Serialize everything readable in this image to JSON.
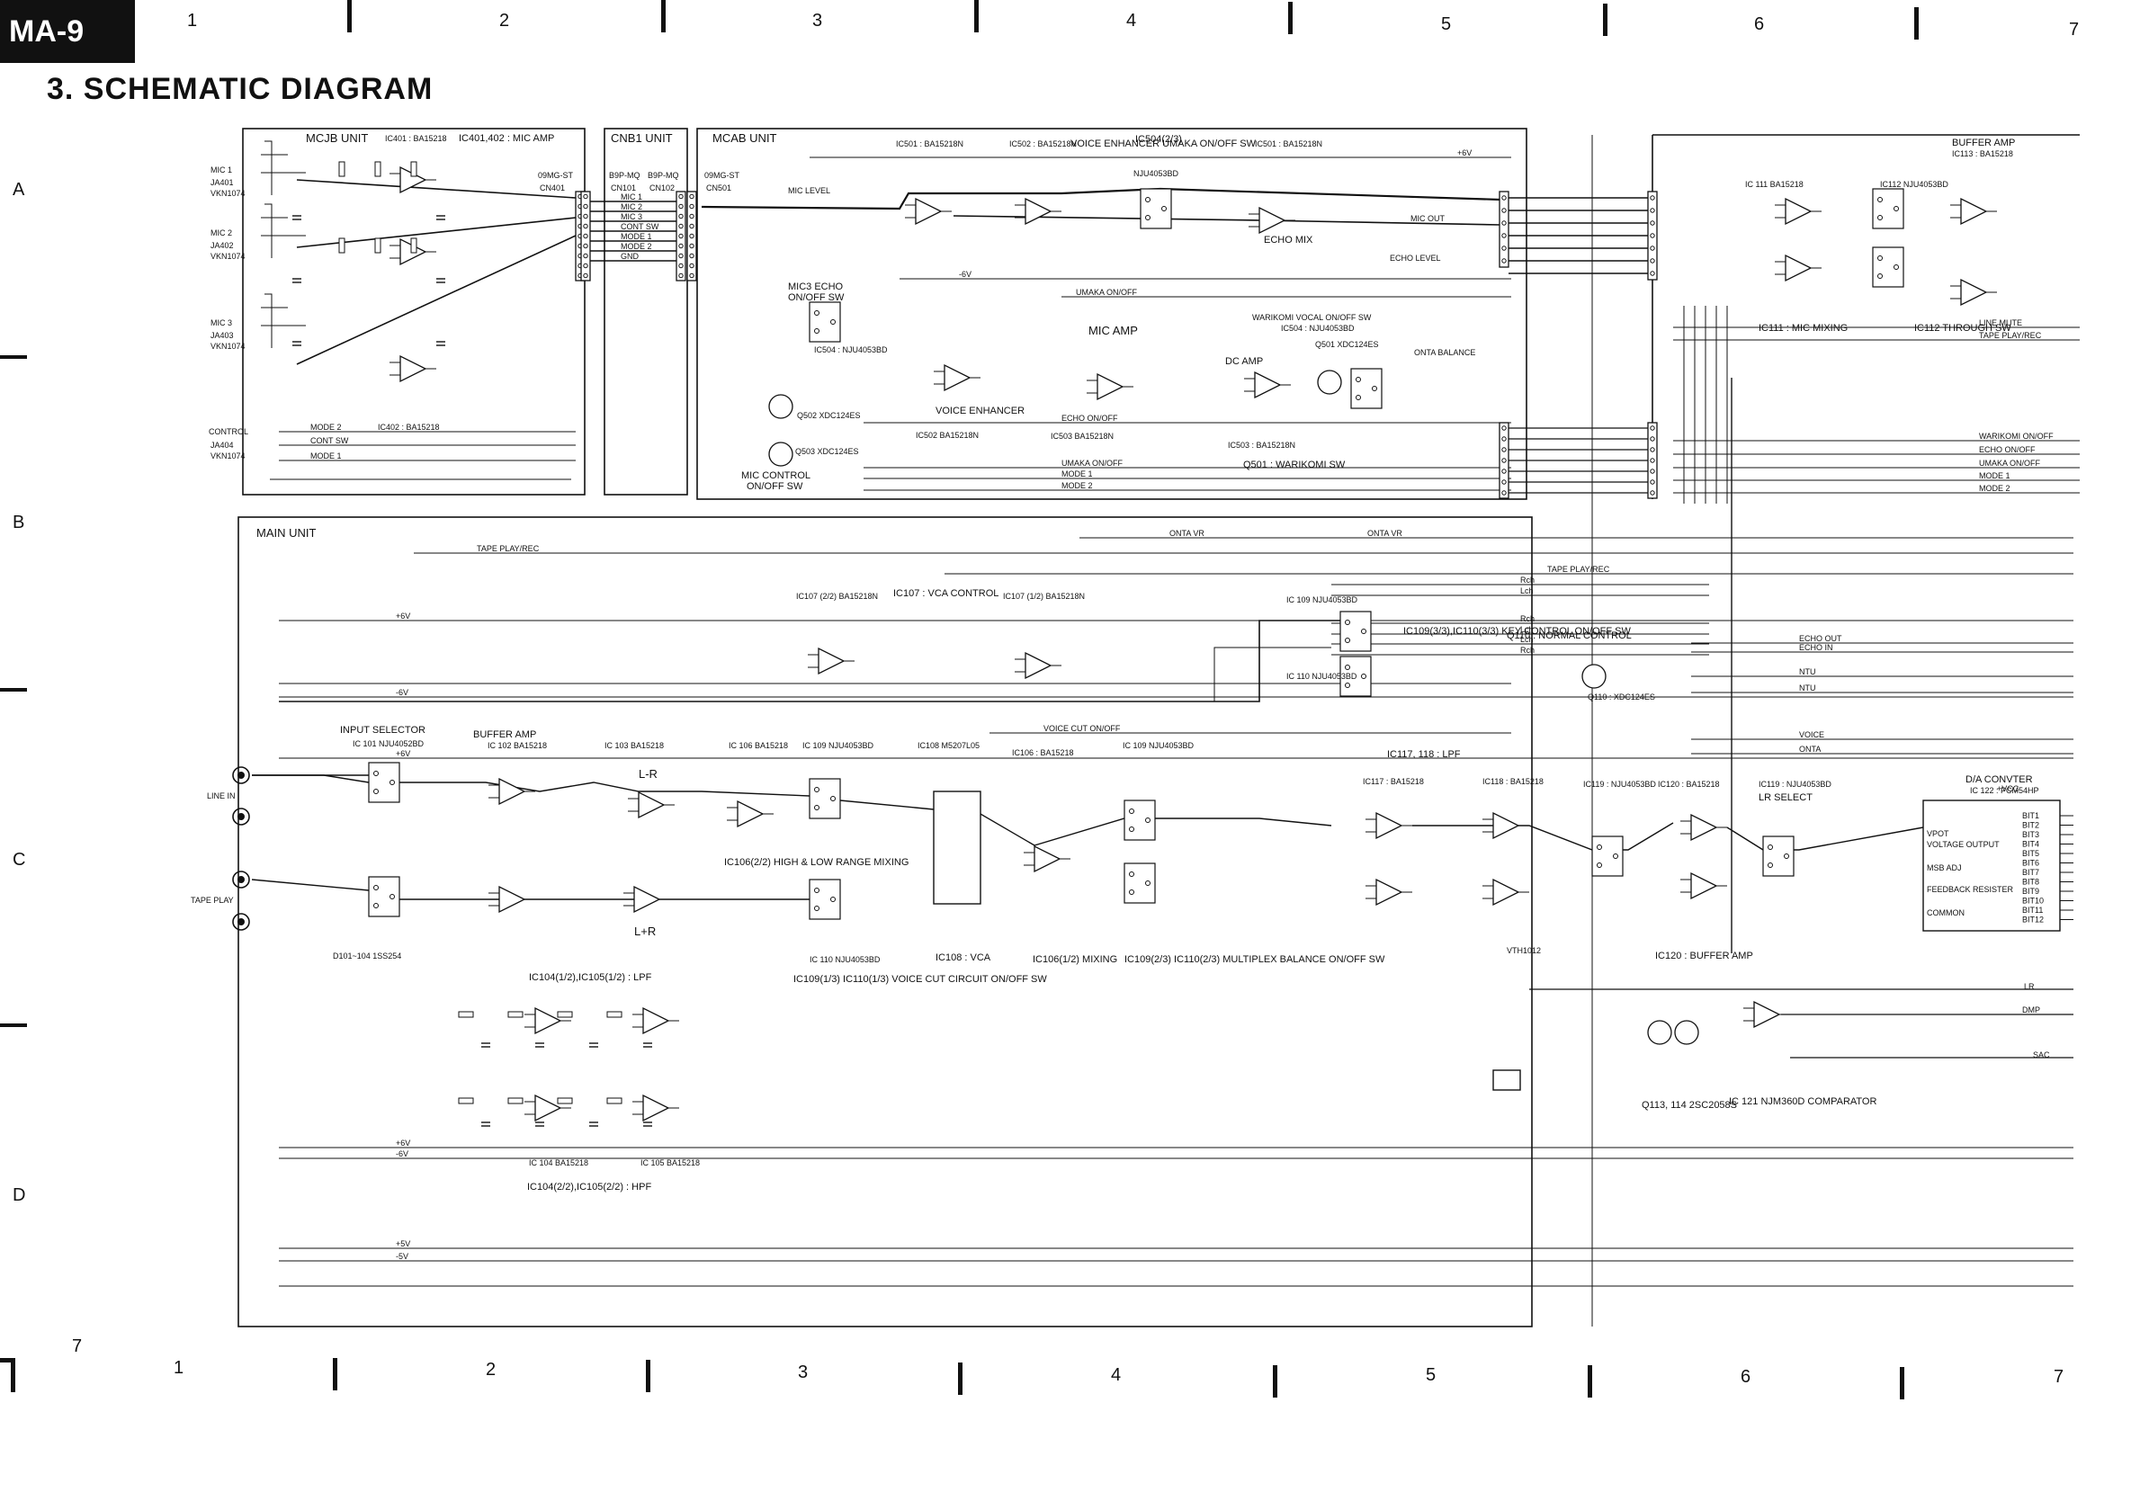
{
  "page_badge": "MA-9",
  "title": "3.  SCHEMATIC  DIAGRAM",
  "grid": {
    "top_columns": [
      "1",
      "2",
      "3",
      "4",
      "5",
      "6",
      "7"
    ],
    "bottom_columns": [
      "1",
      "2",
      "3",
      "4",
      "5",
      "6",
      "7"
    ],
    "rows": [
      "A",
      "B",
      "C",
      "D"
    ],
    "bottom_left": "7"
  },
  "units": {
    "mcjb": "MCJB UNIT",
    "cnb1": "CNB1 UNIT",
    "mcab": "MCAB UNIT",
    "main": "MAIN UNIT"
  },
  "labels": {
    "ic401": "IC401 : BA15218",
    "ic401_402": "IC401,402 : MIC AMP",
    "ic402": "IC402 : BA15218",
    "mic1": "MIC 1",
    "mic2": "MIC 2",
    "mic3": "MIC 3",
    "control": "CONTROL",
    "j401": "JA401",
    "j402": "JA402",
    "j403": "JA403",
    "j404": "JA404",
    "vkn": "VKN1074",
    "ic501": "IC501 : BA15218N",
    "ic502": "IC502 : BA15218N",
    "voice_enh_umaka": "VOICE ENHANCER UMAKA ON/OFF SW",
    "ic504_23": "IC504(2/3)",
    "nju": "NJU4053BD",
    "ic501_ba": "IC501 : BA15218N",
    "echo_mix": "ECHO MIX",
    "mic3_echo": "MIC3 ECHO",
    "on_off_sw": "ON/OFF SW",
    "ic504_nju": "IC504 : NJU4053BD",
    "voice_enhancer": "VOICE ENHANCER",
    "mic_amp": "MIC AMP",
    "dc_amp": "DC AMP",
    "warikomi_vocal": "WARIKOMI VOCAL ON/OFF SW",
    "ic504_nju2": "IC504 : NJU4053BD",
    "q501_xdc": "Q501 XDC124ES",
    "q502": "Q502 XDC124ES",
    "q503": "Q503 XDC124ES",
    "mic_control": "MIC CONTROL",
    "mic_control_sw": "ON/OFF SW",
    "ic502_ba": "IC502 BA15218N",
    "ic503_ba": "IC503 BA15218N",
    "ic503": "IC503 : BA15218N",
    "q501_warikomi": "Q501 : WARIKOMI SW",
    "ic111": "IC 111 BA15218",
    "ic112": "IC112 NJU4053BD",
    "buffer_amp_top": "BUFFER AMP",
    "ic113": "IC113 : BA15218",
    "ic111_mix": "IC111 : MIC MIXING",
    "ic112_through": "IC112 THROUGH SW",
    "ic107_22": "IC107 (2/2) BA15218N",
    "ic107_vca": "IC107 : VCA CONTROL",
    "ic107_12": "IC107 (1/2) BA15218N",
    "ic109": "IC 109 NJU4053BD",
    "ic109_key": "IC109(3/3),IC110(3/3) KEY CONTROL ON/OFF SW",
    "ic110": "IC 110 NJU4053BD",
    "q110": "Q110 : NORMAL CONTROL",
    "q110_xdc": "Q110 : XDC124ES",
    "input_selector": "INPUT SELECTOR",
    "ic101": "IC 101 NJU4052BD",
    "buffer_amp": "BUFFER AMP",
    "ic102": "IC 102 BA15218",
    "ic103": "IC 103 BA15218",
    "ic106": "IC 106 BA15218",
    "ic109b": "IC 109 NJU4053BD",
    "ic108": "IC108 M5207L05",
    "ic106_ba": "IC106 : BA15218",
    "ic109c": "IC 109 NJU4053BD",
    "ic117_118": "IC117, 118 : LPF",
    "ic117": "IC117 : BA15218",
    "ic118": "IC118 : BA15218",
    "ic119": "IC119 : NJU4053BD",
    "ic120": "IC120 : BA15218",
    "ic119b": "IC119 : NJU4053BD",
    "lr_select": "LR SELECT",
    "da": "D/A CONVTER",
    "ic122": "IC 122 : PCM54HP",
    "line_in": "LINE IN",
    "tape_play": "TAPE PLAY",
    "l_minus_r": "L-R",
    "l_plus_r": "L+R",
    "high_low": "IC106(2/2) HIGH & LOW RANGE MIXING",
    "ic110_nju": "IC 110 NJU4053BD",
    "voice_cut": "IC109(1/3) IC110(1/3) VOICE CUT CIRCUIT ON/OFF SW",
    "ic108_vca": "IC108 : VCA",
    "ic106_mix": "IC106(1/2) MIXING",
    "multiplex": "IC109(2/3) IC110(2/3) MULTIPLEX BALANCE ON/OFF SW",
    "ic104_lpf": "IC104(1/2),IC105(1/2) : LPF",
    "ic104": "IC 104 BA15218",
    "ic105": "IC 105 BA15218",
    "ic104_hpf": "IC104(2/2),IC105(2/2) : HPF",
    "ic120_buffer": "IC120 : BUFFER AMP",
    "q113_114": "Q113, 114 2SC2058S",
    "ic121": "IC 121 NJM360D COMPARATOR",
    "d101": "D101~104 1SS254",
    "vth": "VTH1012",
    "voltage_output": "VOLTAGE OUTPUT",
    "msb_adj": "MSB ADJ",
    "feedback": "FEEDBACK RESISTER",
    "common": "COMMON",
    "vpot": "VPOT",
    "vcc": "+VCC",
    "tape_play_rec": "TAPE PLAY/REC",
    "onta_vr": "ONTA VR",
    "voice_cut_on_off": "VOICE CUT ON/OFF",
    "line_mute": "LINE MUTE",
    "warikomi_on_off": "WARIKOMI ON/OFF",
    "echo_on_off": "ECHO ON/OFF",
    "umaka_on_off": "UMAKA ON/OFF",
    "mode1": "MODE 1",
    "mode2": "MODE 2",
    "cont_sw": "CONT SW",
    "gnd": "GND",
    "mic1p": "MIC 1",
    "mic2p": "MIC 2",
    "mic3p": "MIC 3",
    "mic_out": "MIC OUT",
    "echo_level": "ECHO LEVEL",
    "mic_level": "MIC LEVEL",
    "onta_balance": "ONTA BALANCE",
    "echo_out": "ECHO OUT",
    "echo_in": "ECHO IN",
    "ntu": "NTU",
    "voice": "VOICE",
    "onta": "ONTA",
    "p6v": "+6V",
    "m6v": "-6V",
    "p5v": "+5V",
    "m5v": "-5V",
    "lch": "Lch",
    "rch": "Rch",
    "dmp": "DMP",
    "sac": "SAC",
    "lr": "LR",
    "bit": "BIT",
    "cn401": "CN401",
    "cn101": "CN101",
    "cn102": "CN102",
    "cn501": "CN501",
    "09mg": "09MG-ST",
    "bmp": "B9P-MQ"
  }
}
